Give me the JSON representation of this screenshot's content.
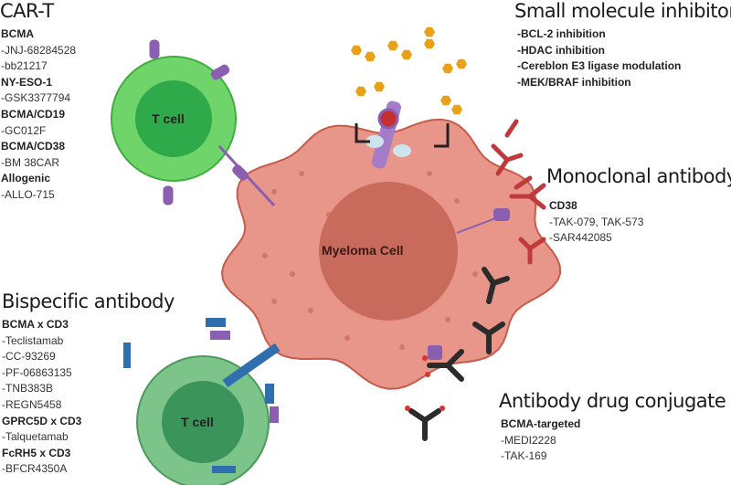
{
  "car_t": {
    "title": "CAR-T",
    "items": [
      {
        "text": "BCMA",
        "bold": true
      },
      {
        "text": "-JNJ-68284528",
        "bold": false
      },
      {
        "text": "-bb21217",
        "bold": false
      },
      {
        "text": "NY-ESO-1",
        "bold": true
      },
      {
        "text": "-GSK3377794",
        "bold": false
      },
      {
        "text": "BCMA/CD19",
        "bold": true
      },
      {
        "text": "-GC012F",
        "bold": false
      },
      {
        "text": "BCMA/CD38",
        "bold": true
      },
      {
        "text": "-BM 38CAR",
        "bold": false
      },
      {
        "text": "Allogenic",
        "bold": true
      },
      {
        "text": "-ALLO-715",
        "bold": false
      }
    ]
  },
  "small_molecule": {
    "title": "Small molecule inhibitor",
    "items": [
      {
        "text": "-BCL-2 inhibition",
        "bold": true
      },
      {
        "text": "-HDAC inhibition",
        "bold": true
      },
      {
        "text": "-Cereblon E3 ligase modulation",
        "bold": true
      },
      {
        "text": "-MEK/BRAF inhibition",
        "bold": true
      }
    ]
  },
  "monoclonal": {
    "title": "Monoclonal antibody",
    "items": [
      {
        "text": "CD38",
        "bold": true
      },
      {
        "text": "-TAK-079, TAK-573",
        "bold": false
      },
      {
        "text": "-SAR442085",
        "bold": false
      }
    ]
  },
  "bispecific": {
    "title": "Bispecific antibody",
    "items": [
      {
        "text": "BCMA x CD3",
        "bold": true
      },
      {
        "text": "-Teclistamab",
        "bold": false
      },
      {
        "text": "-CC-93269",
        "bold": false
      },
      {
        "text": "-PF-06863135",
        "bold": false
      },
      {
        "text": "-TNB383B",
        "bold": false
      },
      {
        "text": "-REGN5458",
        "bold": false
      },
      {
        "text": "GPRC5D x CD3",
        "bold": true
      },
      {
        "text": "-Talquetamab",
        "bold": false
      },
      {
        "text": "FcRH5 x CD3",
        "bold": true
      },
      {
        "text": "-BFCR4350A",
        "bold": false
      }
    ]
  },
  "adc": {
    "title": "Antibody drug conjugate",
    "items": [
      {
        "text": "BCMA-targeted",
        "bold": true
      },
      {
        "text": "-MEDI2228",
        "bold": false
      },
      {
        "text": "-TAK-169",
        "bold": false
      }
    ]
  },
  "cells": {
    "myeloma": "Myeloma Cell",
    "t_cell_top": "T cell",
    "t_cell_bottom": "T cell"
  },
  "colors": {
    "myeloma": "#e8968a",
    "nucleus": "#c96b5c",
    "t_cell_top": "#6fd46a",
    "t_cell_bottom": "#7cc48a",
    "antibody_red": "#c0393b",
    "antibody_dark": "#2b2b2b",
    "car": "#8a5fb0",
    "bispecific_blue": "#2f6fb0",
    "inhibitor": "#e8a21a"
  }
}
